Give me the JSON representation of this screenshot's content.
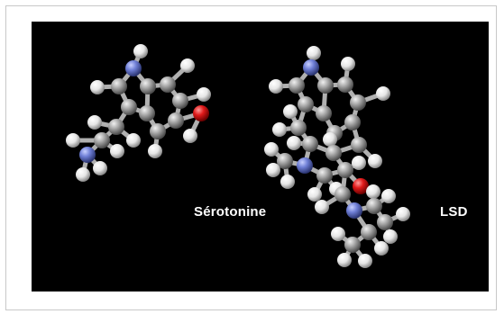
{
  "figure": {
    "labels": {
      "serotonin": "Sérotonine",
      "lsd": "LSD"
    },
    "panel": {
      "background": "#000000"
    },
    "atom_colors": {
      "carbon": "#a4a4a4",
      "hydrogen": "#f2f2f2",
      "nitrogen": "#6f7fd6",
      "oxygen": "#e01a1a"
    },
    "molecules": [
      {
        "name": "serotonin-molecule-model"
      },
      {
        "name": "lsd-molecule-model"
      }
    ]
  }
}
